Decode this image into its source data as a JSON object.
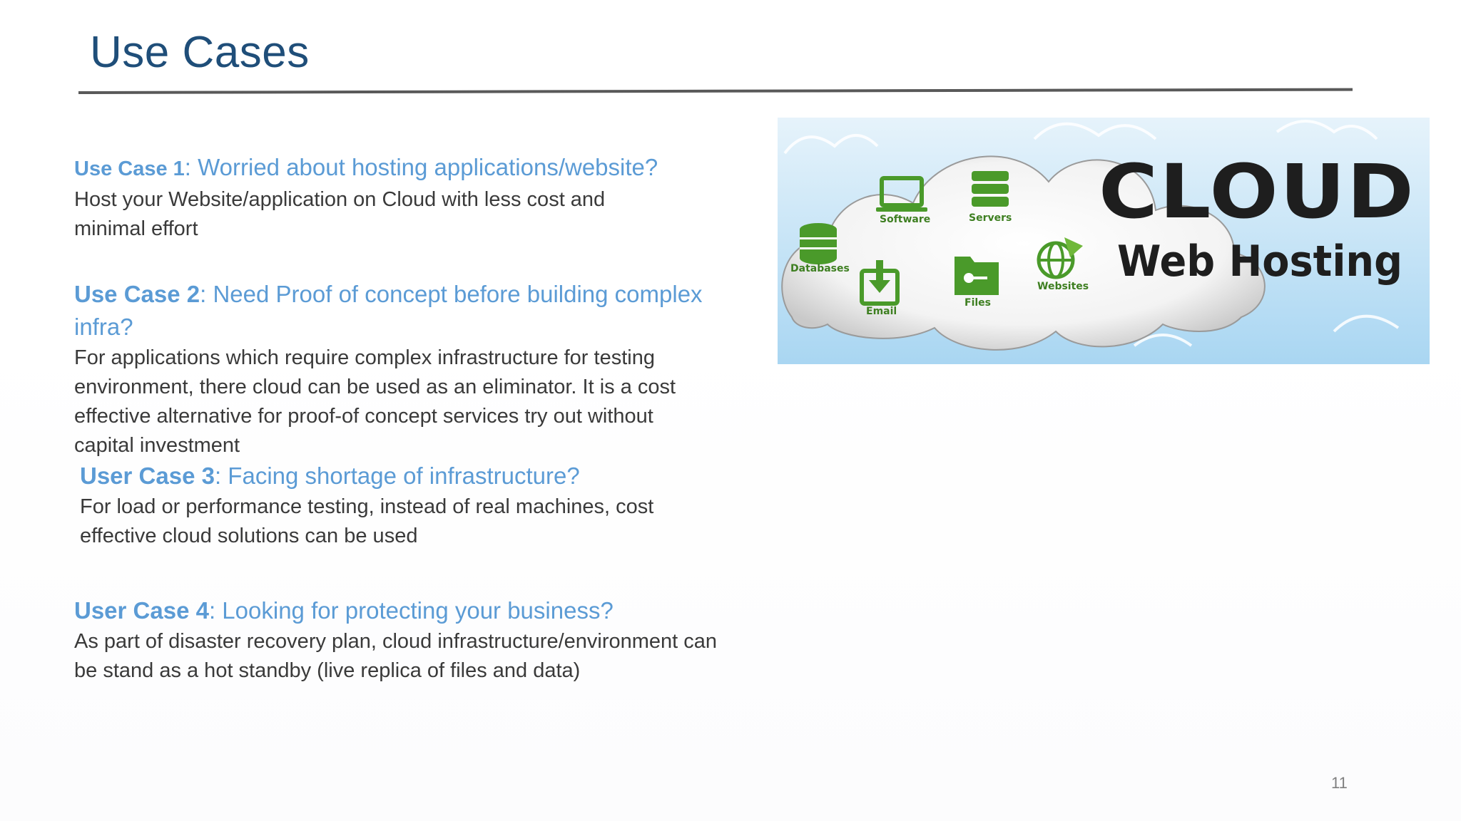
{
  "slide": {
    "title": "Use Cases",
    "page_number": "11"
  },
  "use_cases": [
    {
      "label": "Use Case 1",
      "question": ": Worried about hosting applications/website?",
      "lines": [
        "Host your Website/application on Cloud with less cost and",
        "minimal effort"
      ]
    },
    {
      "label": "Use Case 2",
      "question_line1": ": Need Proof of concept before building complex",
      "question_line2": "infra?",
      "lines": [
        "For applications which require complex infrastructure for testing",
        "environment, there cloud can be used as an eliminator. It is a cost",
        "effective alternative for proof-of concept services try out without",
        "capital investment"
      ]
    },
    {
      "label": "User Case 3",
      "question": ": Facing shortage of infrastructure?",
      "lines": [
        "For load or performance testing, instead of real machines, cost",
        "effective cloud solutions can be used"
      ]
    },
    {
      "label": "User Case 4",
      "question": ": Looking for protecting your business?",
      "lines": [
        "As part of disaster recovery plan, cloud infrastructure/environment can",
        "be stand as a hot standby (live replica of  files and data)"
      ]
    }
  ],
  "image": {
    "headline": "CLOUD",
    "subline": "Web Hosting",
    "icons": [
      {
        "name": "databases-icon",
        "label": "Databases"
      },
      {
        "name": "software-icon",
        "label": "Software"
      },
      {
        "name": "servers-icon",
        "label": "Servers"
      },
      {
        "name": "email-icon",
        "label": "Email"
      },
      {
        "name": "files-icon",
        "label": "Files"
      },
      {
        "name": "websites-icon",
        "label": "Websites"
      }
    ],
    "colors": {
      "icon_green": "#4a9a2a",
      "sky_blue": "#bfe0f5",
      "text_dark": "#1e1e1e"
    }
  }
}
